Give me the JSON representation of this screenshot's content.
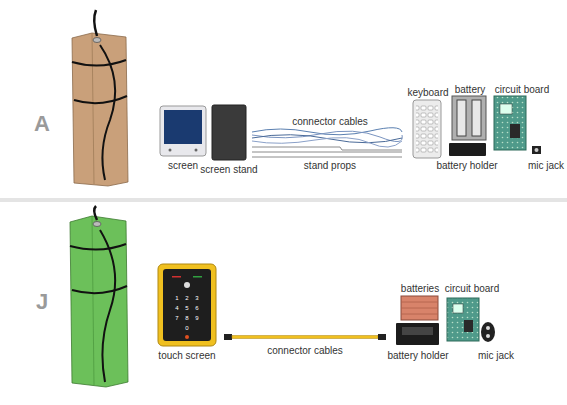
{
  "diagram": {
    "labels": [
      "A",
      "screen",
      "screen stand",
      "connector cables",
      "stand props",
      "keyboard",
      "battery",
      "circuit board",
      "battery holder",
      "mic jack",
      "J",
      "touch screen",
      "connector cables",
      "batteries",
      "circuit board",
      "battery holder",
      "mic jack",
      "1",
      "2",
      "3",
      "4",
      "5",
      "6",
      "7",
      "8",
      "9",
      "0"
    ]
  }
}
